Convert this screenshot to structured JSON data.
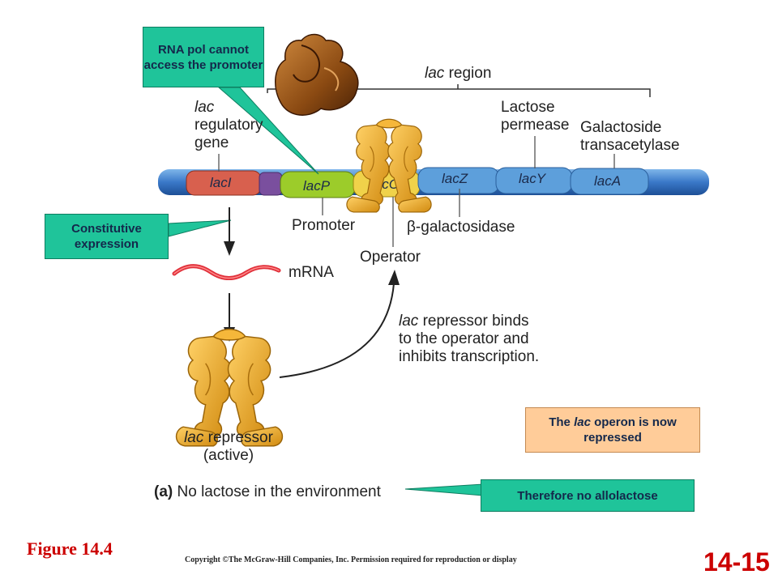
{
  "colors": {
    "callout_green": "#1fc49a",
    "callout_peach": "#ffcc99",
    "dna_blue": "#3a78c8",
    "repressor_gold": "#e6a222",
    "polymerase_brown": "#8b4a12",
    "mrna_red": "#e0303a",
    "title_red": "#cc0000"
  },
  "callouts": {
    "rna_pol": "RNA pol cannot access the promoter",
    "constitutive": "Constitutive expression",
    "repressed_pre": "The ",
    "repressed_em": "lac",
    "repressed_post": " operon is now repressed",
    "no_allolactose": "Therefore no allolactose"
  },
  "region_label": {
    "em": "lac",
    "rest": " region"
  },
  "regulatory_gene_label": {
    "line1": "lac",
    "line2": "regulatory",
    "line3": "gene"
  },
  "genes": [
    {
      "id": "laci",
      "label": "lacI",
      "color": "#d8604e"
    },
    {
      "id": "spacer",
      "label": "",
      "color": "#7a4f9e"
    },
    {
      "id": "lacp",
      "label": "lacP",
      "color": "#9ccc2a"
    },
    {
      "id": "laco",
      "label": "lacO",
      "color": "#f0d24a"
    },
    {
      "id": "lacz",
      "label": "lacZ",
      "color": "#5d9fdb"
    },
    {
      "id": "lacy",
      "label": "lacY",
      "color": "#5d9fdb"
    },
    {
      "id": "laca",
      "label": "lacA",
      "color": "#5d9fdb"
    }
  ],
  "labels": {
    "lactose_permease_1": "Lactose",
    "lactose_permease_2": "permease",
    "transacetylase_1": "Galactoside",
    "transacetylase_2": "transacetylase",
    "promoter": "Promoter",
    "beta_gal": "β-galactosidase",
    "operator": "Operator",
    "mrna": "mRNA",
    "binds_1": "lac",
    "binds_1b": " repressor binds",
    "binds_2": "to the operator and",
    "binds_3": "inhibits transcription.",
    "repressor_1": "lac",
    "repressor_1b": " repressor",
    "repressor_2": "(active)",
    "panel_letter": "(a)",
    "panel_text": " No lactose in the environment"
  },
  "footer": {
    "figure": "Figure 14.4",
    "copyright": "Copyright ©The McGraw-Hill Companies, Inc. Permission required for reproduction or display",
    "page": "14-15"
  }
}
